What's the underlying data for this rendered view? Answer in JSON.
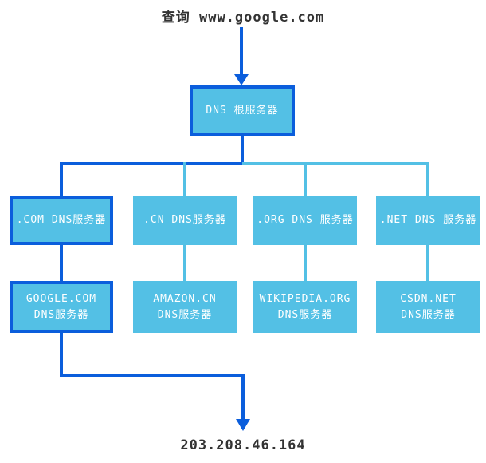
{
  "diagram": {
    "query_label": "查询 www.google.com",
    "result_ip": "203.208.46.164",
    "root": {
      "label": "DNS 根服务器",
      "highlighted": true
    },
    "tld_servers": [
      {
        "label": ".COM DNS服务器",
        "highlighted": true
      },
      {
        "label": ".CN DNS服务器",
        "highlighted": false
      },
      {
        "label": ".ORG DNS 服务器",
        "highlighted": false
      },
      {
        "label": ".NET DNS 服务器",
        "highlighted": false
      }
    ],
    "authoritative_servers": [
      {
        "line1": "GOOGLE.COM",
        "line2": "DNS服务器",
        "highlighted": true
      },
      {
        "line1": "AMAZON.CN",
        "line2": "DNS服务器",
        "highlighted": false
      },
      {
        "line1": "WIKIPEDIA.ORG",
        "line2": "DNS服务器",
        "highlighted": false
      },
      {
        "line1": "CSDN.NET",
        "line2": "DNS服务器",
        "highlighted": false
      }
    ],
    "colors": {
      "highlight": "#0b5edc",
      "node_fill": "#53c0e5",
      "node_text": "#ffffff",
      "label_text": "#333333",
      "bg": "#ffffff"
    }
  }
}
